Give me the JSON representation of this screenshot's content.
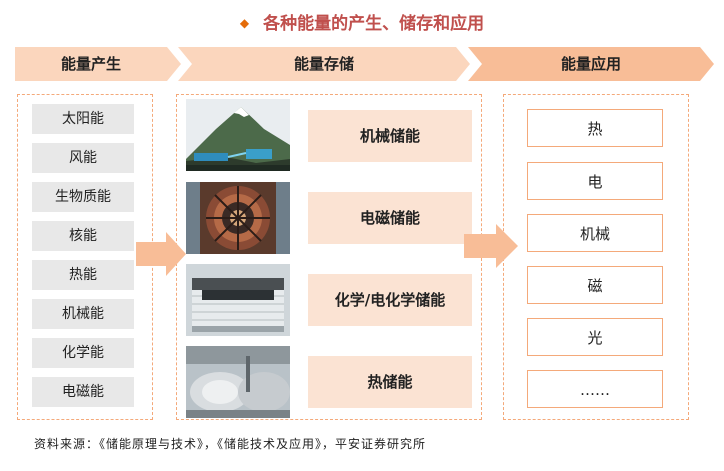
{
  "title": "各种能量的产生、储存和应用",
  "headers": {
    "production": "能量产生",
    "storage": "能量存储",
    "application": "能量应用"
  },
  "sources": [
    "太阳能",
    "风能",
    "生物质能",
    "核能",
    "热能",
    "机械能",
    "化学能",
    "电磁能"
  ],
  "storage_items": [
    {
      "label": "机械储能",
      "image": "mountain-pumped-hydro-icon"
    },
    {
      "label": "电磁储能",
      "image": "particle-accelerator-icon"
    },
    {
      "label": "化学/电化学储能",
      "image": "battery-container-icon"
    },
    {
      "label": "热储能",
      "image": "thermal-tank-icon"
    }
  ],
  "applications": [
    "热",
    "电",
    "机械",
    "磁",
    "光",
    "……"
  ],
  "footer": "资料来源：《储能原理与技术》，《储能技术及应用》，平安证券研究所",
  "colors": {
    "accent_orange": "#f4a97a",
    "chevron": "#fbd6bd",
    "title_red": "#c0504d",
    "label_bg": "#fbe3d3",
    "source_bg": "#e8e8e8"
  }
}
